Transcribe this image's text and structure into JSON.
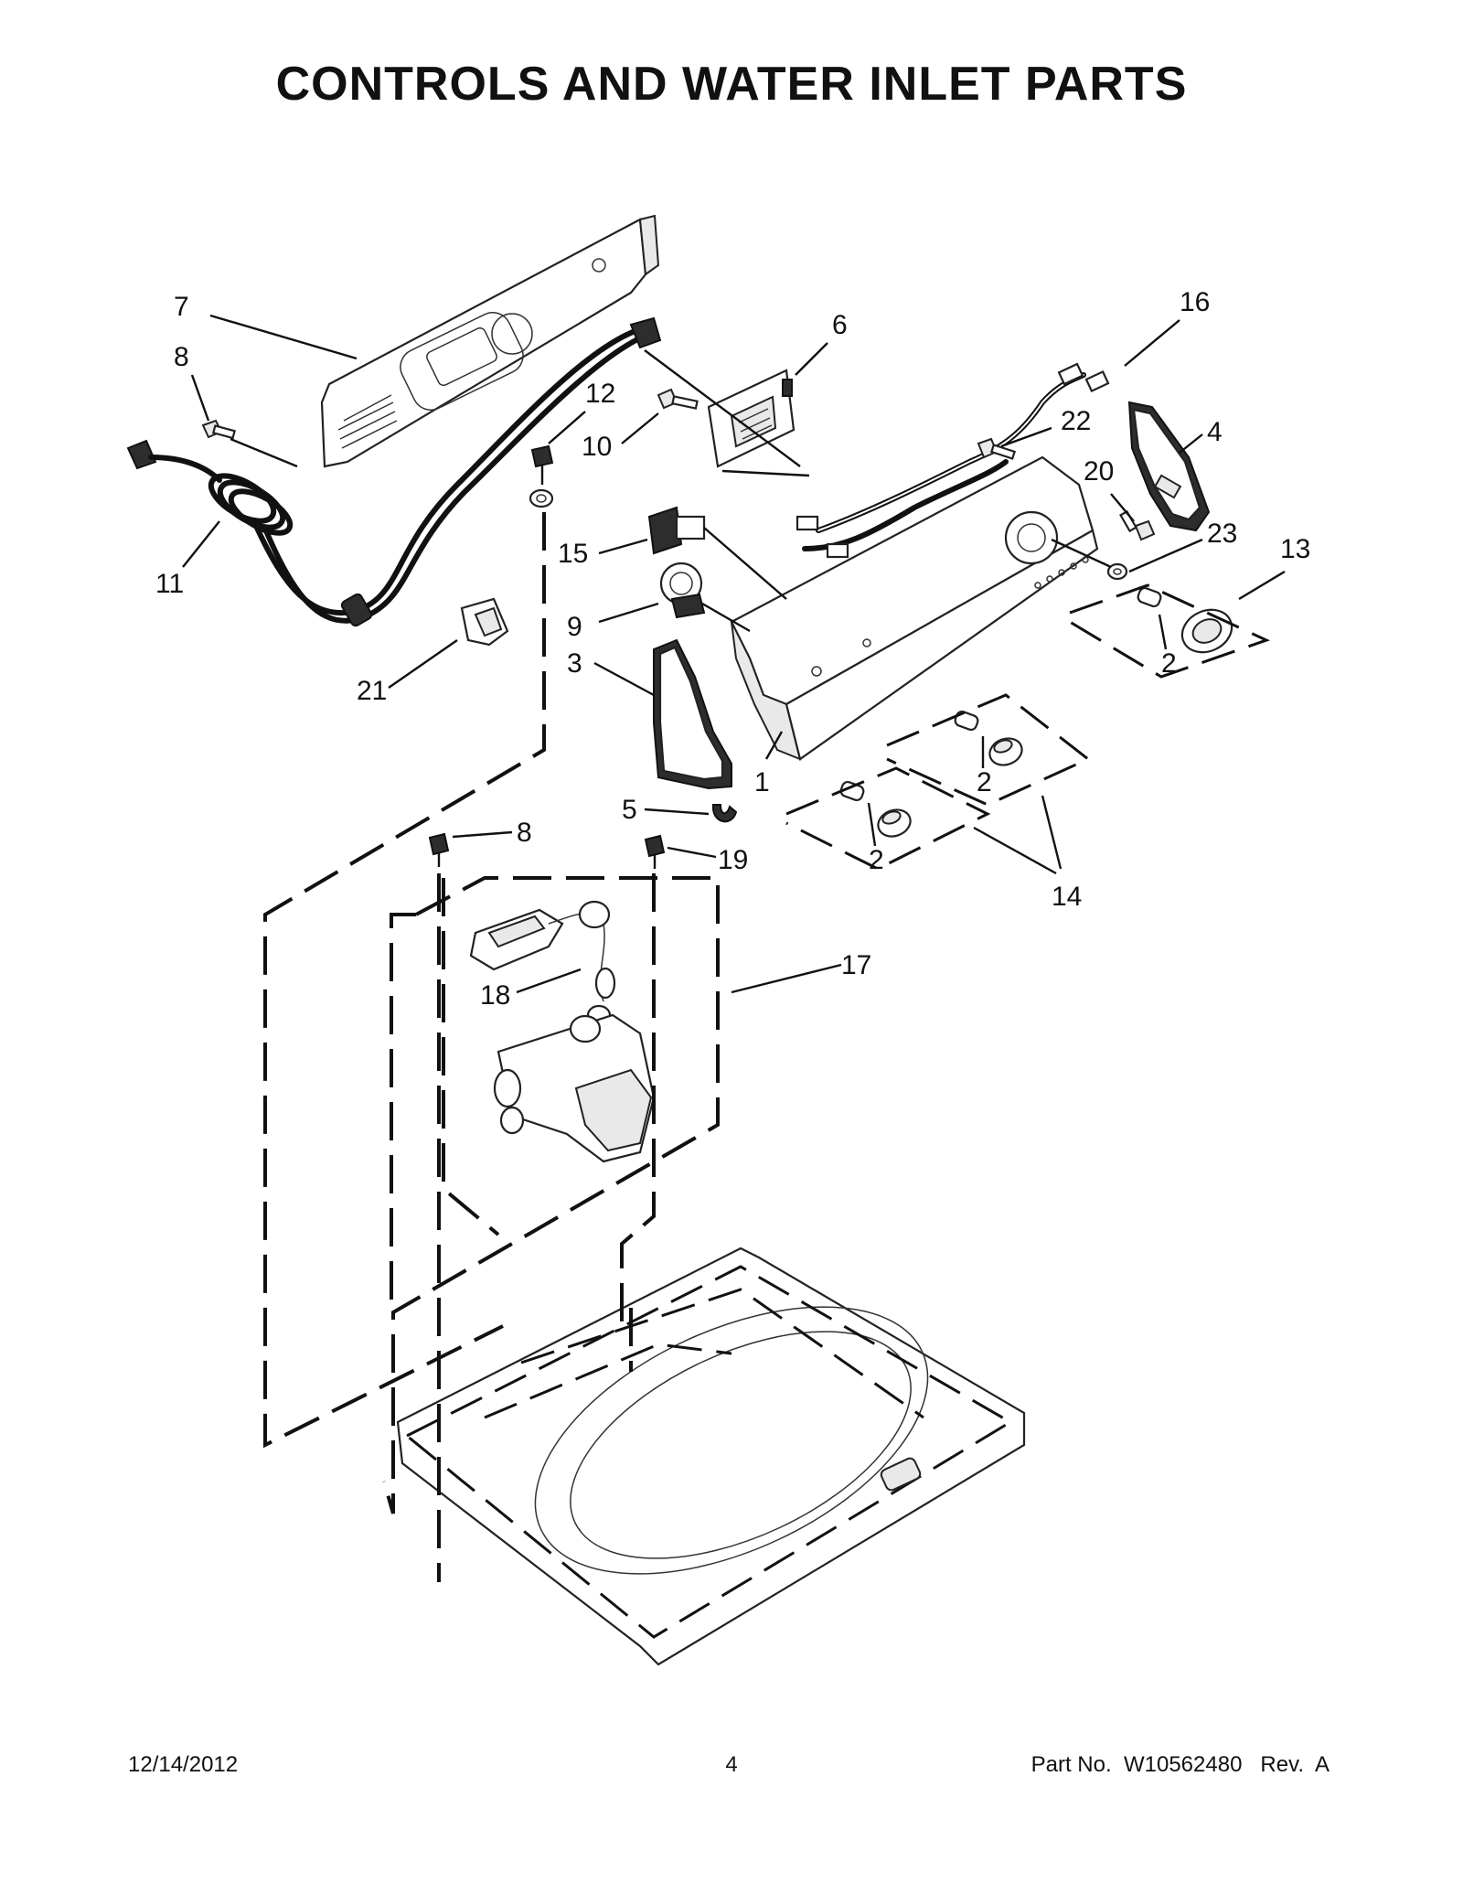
{
  "title": "CONTROLS AND WATER INLET PARTS",
  "footer": {
    "date": "12/14/2012",
    "page": "4",
    "part_no": "Part No.  W10562480   Rev.  A"
  },
  "callouts": {
    "c1": "1",
    "c2a": "2",
    "c2b": "2",
    "c2c": "2",
    "c3": "3",
    "c4": "4",
    "c5": "5",
    "c6": "6",
    "c7": "7",
    "c8a": "8",
    "c8b": "8",
    "c9": "9",
    "c10": "10",
    "c11": "11",
    "c12": "12",
    "c13": "13",
    "c14": "14",
    "c15": "15",
    "c16": "16",
    "c17": "17",
    "c18": "18",
    "c19": "19",
    "c20": "20",
    "c21": "21",
    "c22": "22",
    "c23": "23"
  },
  "colors": {
    "ink": "#111111",
    "shade": "#e9e9e9",
    "dark_part": "#2d2d2d"
  }
}
